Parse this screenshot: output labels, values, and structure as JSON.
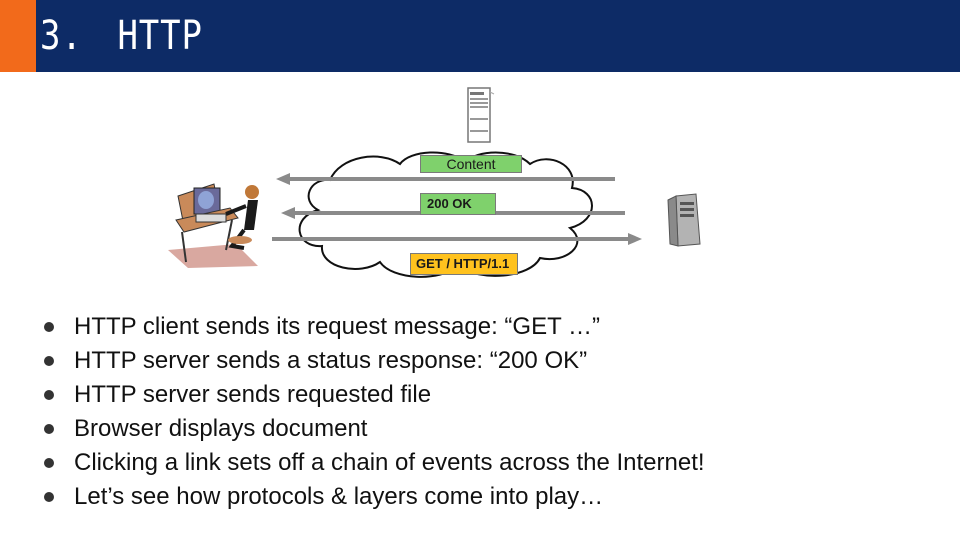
{
  "slide": {
    "title": "3.　HTTP"
  },
  "diagram": {
    "content_label": "Content",
    "status_label": "200 OK",
    "request_label": "GET / HTTP/1.1"
  },
  "bullets": [
    "HTTP client sends its request message: “GET …”",
    "HTTP server sends a status response: “200 OK”",
    "HTTP server sends requested file",
    "Browser displays document",
    "Clicking a link sets off a chain of events across the Internet!",
    "Let’s see how protocols & layers come into play…"
  ],
  "colors": {
    "header": "#0d2b66",
    "accent": "#f26a1b",
    "label_green": "#7fd16c",
    "label_yellow": "#ffc21e"
  }
}
